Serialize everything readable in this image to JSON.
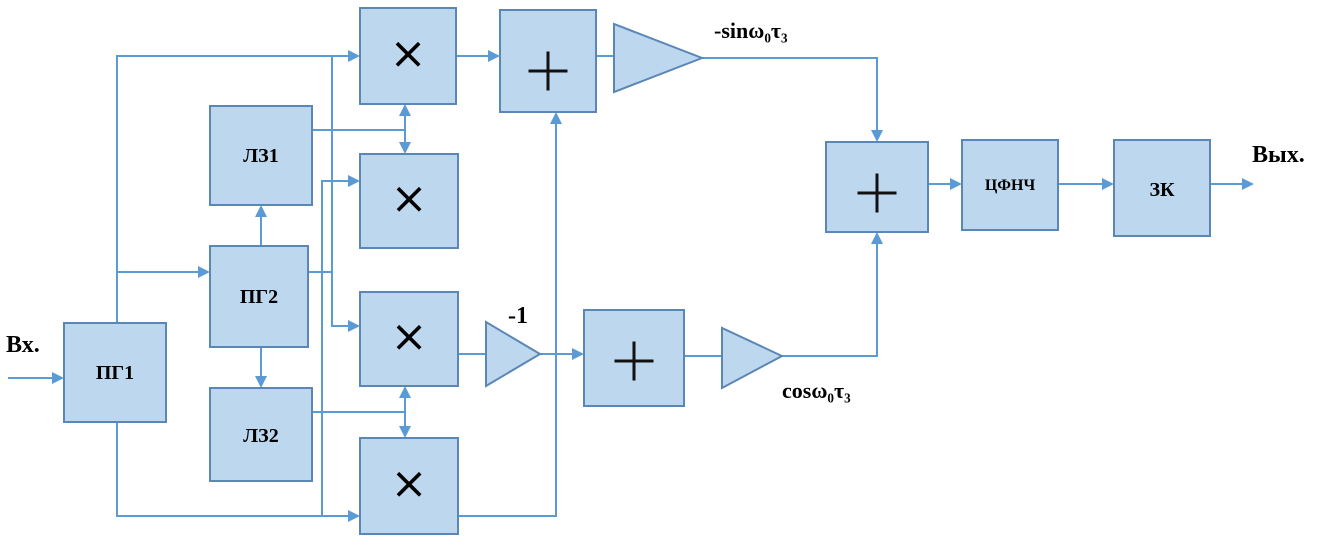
{
  "labels": {
    "input": "Вх.",
    "output": "Вых.",
    "pg1": "ПГ1",
    "pg2": "ПГ2",
    "lz1": "ЛЗ1",
    "lz2": "ЛЗ2",
    "lpf": "ЦФНЧ",
    "zk": "ЗК",
    "gain_minus_one": "-1",
    "sin_gain": "-sinω₀τ₃",
    "cos_gain": "cosω₀τ₃"
  },
  "symbols": {
    "multiplier": "×",
    "adder": "+"
  }
}
